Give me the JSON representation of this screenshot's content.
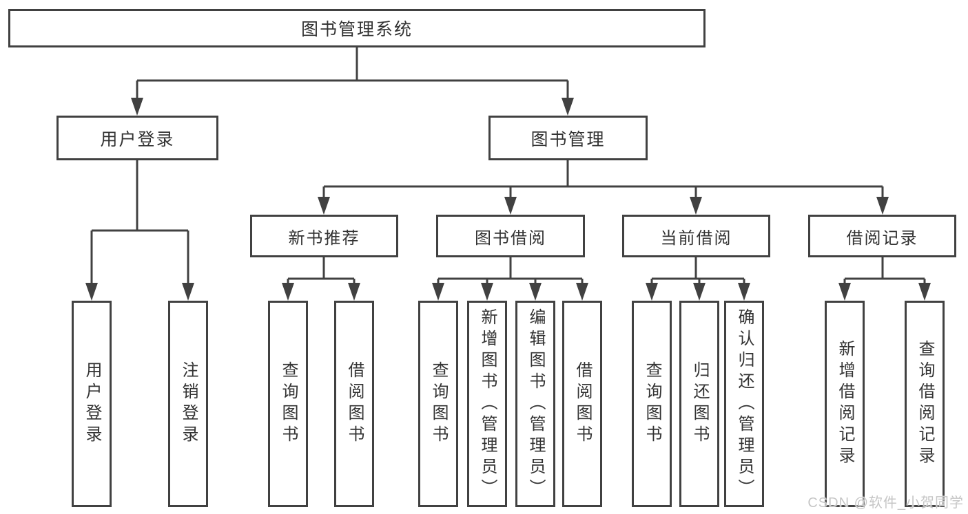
{
  "nodes": {
    "root": "图书管理系统",
    "level2": [
      "用户登录",
      "图书管理"
    ],
    "level3": [
      "新书推荐",
      "图书借阅",
      "当前借阅",
      "借阅记录"
    ],
    "leaves": [
      "用户登录",
      "注销登录",
      "查询图书",
      "借阅图书",
      "查询图书",
      "新增图书（管理员）",
      "编辑图书（管理员）",
      "借阅图书",
      "查询图书",
      "归还图书",
      "确认归还（管理员）",
      "新增借阅记录",
      "查询借阅记录"
    ]
  },
  "watermark": "CSDN @软件_小贺同学",
  "colors": {
    "line": "#414141",
    "text": "#333333",
    "watermark": "#c6c6c6",
    "background": "#ffffff"
  }
}
